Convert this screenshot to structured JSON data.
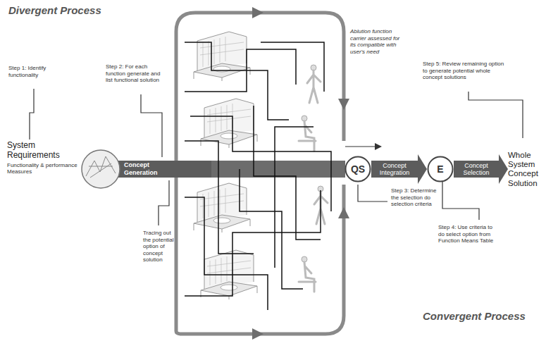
{
  "diagram": {
    "nodes": [
      {
        "text": [
          "System Requirements",
          "Functionality & performance Measures"
        ]
      },
      {
        "text": [
          "QS"
        ]
      },
      {
        "text": [
          "E"
        ]
      },
      {
        "text": [
          "Whole System Concept Solution"
        ]
      }
    ],
    "edges": [
      {
        "from": 1,
        "to": 2,
        "arrow": "to",
        "label": "Concept Integration"
      },
      {
        "from": 2,
        "to": 3,
        "arrow": "to",
        "label": "Concept Selection"
      }
    ],
    "labels": [
      "Divergent Process",
      "Step 1: Identify functionality",
      "Step 2: For each function generate and list functional solution",
      "Concept Generation",
      "Ablution function carrier assessed for its compatible with user's need",
      "Step 5: Review remaining option to generate potential whole concept solutions",
      "Step 3: Determine the selection do selection criteria",
      "Step 4: Use criteria to do select option from Function Means Table",
      "Tracing out the potential option of concept solution",
      "Convergent Process"
    ]
  }
}
